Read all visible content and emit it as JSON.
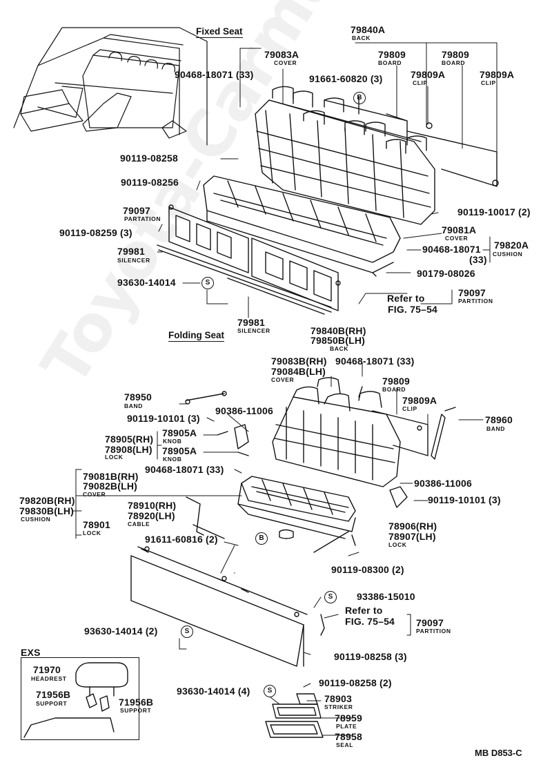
{
  "titles": {
    "fixed_seat": "Fixed Seat",
    "folding_seat": "Folding Seat",
    "exs": "EXS"
  },
  "drawing_code": "MB D853-C",
  "watermark": "Toyota-Carmaniac.ru",
  "fixed": {
    "p79840A": {
      "num": "79840A",
      "name": "BACK"
    },
    "p79083A": {
      "num": "79083A",
      "name": "COVER"
    },
    "p79809_1": {
      "num": "79809",
      "name": "BOARD"
    },
    "p79809_2": {
      "num": "79809",
      "name": "BOARD"
    },
    "p79809A_1": {
      "num": "79809A",
      "name": "CLIP"
    },
    "p79809A_2": {
      "num": "79809A",
      "name": "CLIP"
    },
    "p90468_a": "90468-18071 (33)",
    "p91661": "91661-60820 (3)",
    "circle_b": "B",
    "p90119_08258": "90119-08258",
    "p90119_08256": "90119-08256",
    "p79097": {
      "num": "79097",
      "name": "PARTATION"
    },
    "p90119_08259": "90119-08259 (3)",
    "p79981_a": {
      "num": "79981",
      "name": "SILENCER"
    },
    "p93630_a": "93630-14014",
    "circle_s": "S",
    "p79981_b": {
      "num": "79981",
      "name": "SILENCER"
    },
    "p90119_10017": "90119-10017 (2)",
    "p79081A": {
      "num": "79081A",
      "name": "COVER"
    },
    "p90468_b": "90468-18071",
    "p90468_b_qty": "(33)",
    "p79820A": {
      "num": "79820A",
      "name": "CUSHION"
    },
    "p90179": "90179-08026",
    "refer": "Refer to",
    "refer_fig": "FIG. 75–54",
    "p79097_b": {
      "num": "79097",
      "name": "PARTITION"
    }
  },
  "folding": {
    "p79840B": "79840B(RH)",
    "p79850B": "79850B(LH)",
    "back": "BACK",
    "p79083B": "79083B(RH)",
    "p79084B": "79084B(LH)",
    "cover": "COVER",
    "p90468_c": "90468-18071 (33)",
    "p79809": {
      "num": "79809",
      "name": "BOARD"
    },
    "p79809A": {
      "num": "79809A",
      "name": "CLIP"
    },
    "p78950": {
      "num": "78950",
      "name": "BAND"
    },
    "p90386_a": "90386-11006",
    "p90119_10101_a": "90119-10101 (3)",
    "p78905": "78905(RH)",
    "p78908": "78908(LH)",
    "lock": "LOCK",
    "p78905A_1": {
      "num": "78905A",
      "name": "KNOB"
    },
    "p78905A_2": {
      "num": "78905A",
      "name": "KNOB"
    },
    "p78960": {
      "num": "78960",
      "name": "BAND"
    },
    "p90468_d": "90468-18071 (33)",
    "p90386_b": "90386-11006",
    "p79081B": "79081B(RH)",
    "p79082B": "79082B(LH)",
    "cover2": "COVER",
    "p79820B": "79820B(RH)",
    "p79830B": "79830B(LH)",
    "cushion": "CUSHION",
    "p78910": "78910(RH)",
    "p78920": "78920(LH)",
    "cable": "CABLE",
    "p78901": {
      "num": "78901",
      "name": "LOCK"
    },
    "p90119_10101_b": "90119-10101 (3)",
    "p78906": "78906(RH)",
    "p78907": "78907(LH)",
    "lock2": "LOCK",
    "p91611": "91611-60816 (2)",
    "circle_b": "B",
    "p90119_08300": "90119-08300 (2)",
    "p93386": "93386-15010",
    "circle_s1": "S",
    "refer": "Refer to",
    "refer_fig": "FIG. 75–54",
    "p79097": {
      "num": "79097",
      "name": "PARTITION"
    },
    "p93630_b": "93630-14014 (2)",
    "circle_s2": "S",
    "p90119_08258_c": "90119-08258 (3)",
    "p90119_08258_d": "90119-08258 (2)",
    "p93630_c": "93630-14014 (4)",
    "circle_s3": "S",
    "p78903": {
      "num": "78903",
      "name": "STRIKER"
    },
    "p78959": {
      "num": "78959",
      "name": "PLATE"
    },
    "p78958": {
      "num": "78958",
      "name": "SEAL"
    }
  },
  "exs": {
    "p71970": {
      "num": "71970",
      "name": "HEADREST"
    },
    "p71956B_1": {
      "num": "71956B",
      "name": "SUPPORT"
    },
    "p71956B_2": {
      "num": "71956B",
      "name": "SUPPORT"
    }
  }
}
